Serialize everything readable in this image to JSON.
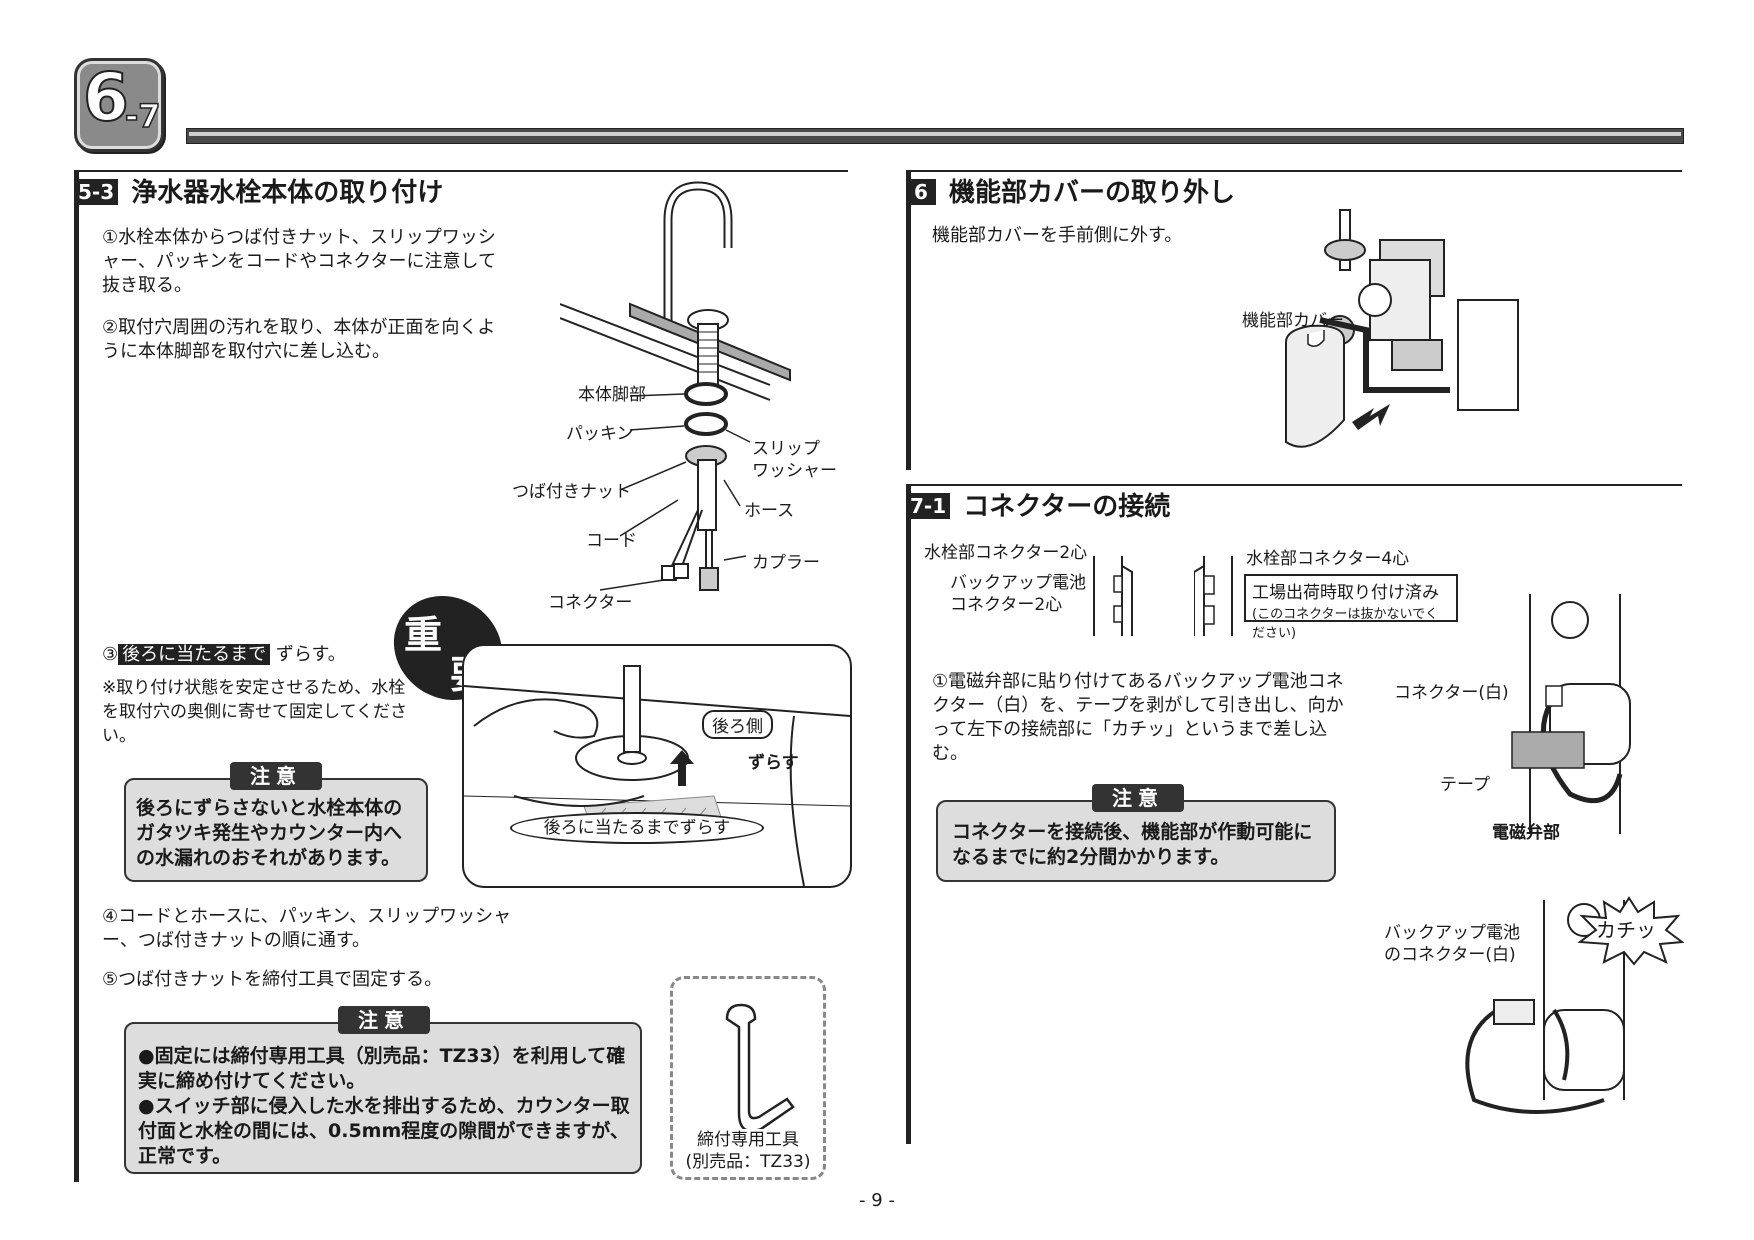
{
  "header": {
    "badge_main": "6",
    "badge_sub": "-7"
  },
  "sec53": {
    "num": "5-3",
    "title": "浄水器水栓本体の取り付け",
    "step1": "①水栓本体からつば付きナット、スリップワッシャー、パッキンをコードやコネクターに注意して抜き取る。",
    "step2": "②取付穴周囲の汚れを取り、本体が正面を向くように本体脚部を取付穴に差し込む。",
    "labels": {
      "hontai": "本体脚部",
      "packing": "パッキン",
      "slip1": "スリップ",
      "slip2": "ワッシャー",
      "nut": "つば付きナット",
      "hose": "ホース",
      "cord": "コード",
      "coupler": "カプラー",
      "connector": "コネクター"
    },
    "step3_num": "③",
    "step3_hl": "後ろに当たるまで",
    "step3_rest": "ずらす。",
    "step3_note": "※取り付け状態を安定させるため、水栓を取付穴の奥側に寄せて固定してください。",
    "important1": "重",
    "important2": "要",
    "caution_label": "注意",
    "caution1": "後ろにずらさないと水栓本体のガタツキ発生やカウンター内への水漏れのおそれがあります。",
    "fig_back": "後ろ側",
    "fig_shift": "ずらす",
    "fig_caption": "後ろに当たるまでずらす",
    "step4": "④コードとホースに、パッキン、スリップワッシャー、つば付きナットの順に通す。",
    "step5": "⑤つば付きナットを締付工具で固定する。",
    "caution2_label": "注意",
    "caution2_a": "●固定には締付専用工具（別売品：TZ33）を利用して確実に締め付けてください。",
    "caution2_b": "●スイッチ部に侵入した水を排出するため、カウンター取付面と水栓の間には、0.5mm程度の隙間ができますが、正常です。",
    "tool1": "締付専用工具",
    "tool2": "(別売品：TZ33)"
  },
  "sec6": {
    "num": "6",
    "title": "機能部カバーの取り外し",
    "text": "機能部カバーを手前側に外す。",
    "label_cover": "機能部カバー"
  },
  "sec71": {
    "num": "7-1",
    "title": "コネクターの接続",
    "lbl_2c": "水栓部コネクター2心",
    "lbl_bk1": "バックアップ電池",
    "lbl_bk2": "コネクター2心",
    "lbl_4c": "水栓部コネクター4心",
    "lbl_factory": "工場出荷時取り付け済み",
    "lbl_factory_note": "(このコネクターは抜かないでください)",
    "step1": "①電磁弁部に貼り付けてあるバックアップ電池コネクター（白）を、テープを剥がして引き出し、向かって左下の接続部に「カチッ」というまで差し込む。",
    "caution_label": "注意",
    "caution": "コネクターを接続後、機能部が作動可能になるまでに約2分間かかります。",
    "lbl_conn_white": "コネクター(白)",
    "lbl_tape": "テープ",
    "lbl_valve": "電磁弁部",
    "lbl_bk_conn1": "バックアップ電池",
    "lbl_bk_conn2": "のコネクター(白)",
    "lbl_click": "カチッ"
  },
  "footer": {
    "page": "- 9 -"
  }
}
